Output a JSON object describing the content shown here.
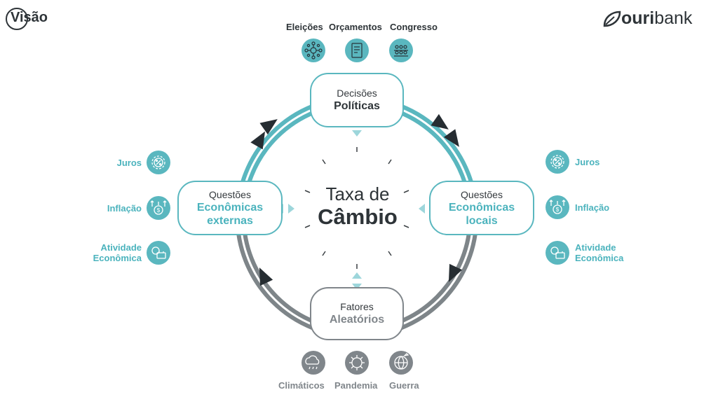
{
  "logos": {
    "left": "Visão",
    "right_bold": "ouri",
    "right_regular": "bank"
  },
  "top_factors": [
    {
      "label": "Eleições",
      "icon": "network-people-icon"
    },
    {
      "label": "Orçamentos",
      "icon": "budget-document-icon"
    },
    {
      "label": "Congresso",
      "icon": "congress-icon"
    }
  ],
  "nodes": {
    "top": {
      "line1": "Decisões",
      "line2": "Políticas"
    },
    "left": {
      "line1": "Questões",
      "line2": "Econômicas",
      "line3": "externas"
    },
    "right": {
      "line1": "Questões",
      "line2": "Econômicas",
      "line3": "locais"
    },
    "bottom": {
      "line1": "Fatores",
      "line2": "Aleatórios"
    }
  },
  "center": {
    "line1": "Taxa de",
    "line2": "Câmbio"
  },
  "left_factors": [
    {
      "label": "Juros",
      "icon": "percent-gear-icon"
    },
    {
      "label": "Inflação",
      "icon": "inflation-coin-icon"
    },
    {
      "label_line1": "Atividade",
      "label_line2": "Econômica",
      "icon": "business-icon"
    }
  ],
  "right_factors": [
    {
      "label": "Juros",
      "icon": "percent-gear-icon"
    },
    {
      "label": "Inflação",
      "icon": "inflation-coin-icon"
    },
    {
      "label_line1": "Atividade",
      "label_line2": "Econômica",
      "icon": "business-icon"
    }
  ],
  "bottom_factors": [
    {
      "label": "Climáticos",
      "icon": "weather-icon"
    },
    {
      "label": "Pandemia",
      "icon": "virus-icon"
    },
    {
      "label": "Guerra",
      "icon": "war-globe-icon"
    }
  ],
  "colors": {
    "teal": "#5ab7bf",
    "teal_text": "#4bb3bd",
    "grey": "#80868b",
    "dark": "#2e3438",
    "light_arrow": "#9dd6db"
  }
}
